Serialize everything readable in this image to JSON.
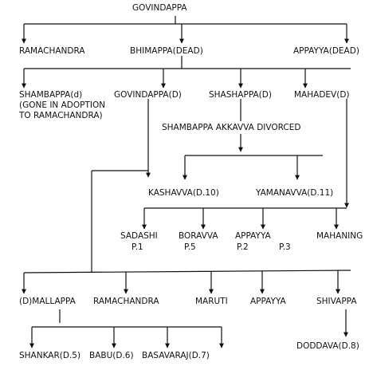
{
  "genealogy": {
    "root": "GOVINDAPPA",
    "gen1": {
      "ramachandra": "RAMACHANDRA",
      "bhimappa": "BHIMAPPA(DEAD)",
      "appayya": "APPAYYA(DEAD)"
    },
    "gen2": {
      "shambappa_line1": "SHAMBAPPA(d)",
      "shambappa_line2": "(GONE IN ADOPTION",
      "shambappa_line3": "TO RAMACHANDRA)",
      "govindappa": "GOVINDAPPA(D)",
      "shashappa": "SHASHAPPA(D)",
      "mahadev": "MAHADEV(D)"
    },
    "marriage_note": "SHAMBAPPA AKKAVVA DIVORCED",
    "gen3": {
      "kashavva": "KASHAVVA(D.10)",
      "yamanavva": "YAMANAVVA(D.11)"
    },
    "gen4_mahadev": {
      "sadashi": "SADASHI",
      "sadashi_p": "P.1",
      "boravva": "BORAVVA",
      "boravva_p": "P.5",
      "appayya": "APPAYYA",
      "appayya_p": "P.2",
      "extra_p": "P.3",
      "mahaning": "MAHANING"
    },
    "gen4_govindappa": {
      "mallappa": "(D)MALLAPPA",
      "ramachandra": "RAMACHANDRA",
      "maruti": "MARUTI",
      "appayya": "APPAYYA",
      "shivappa": "SHIVAPPA"
    },
    "gen5": {
      "shankar": "SHANKAR(D.5)",
      "babu": "BABU(D.6)",
      "basavaraj": "BASAVARAJ(D.7)",
      "doddava": "DODDAVA(D.8)"
    }
  }
}
